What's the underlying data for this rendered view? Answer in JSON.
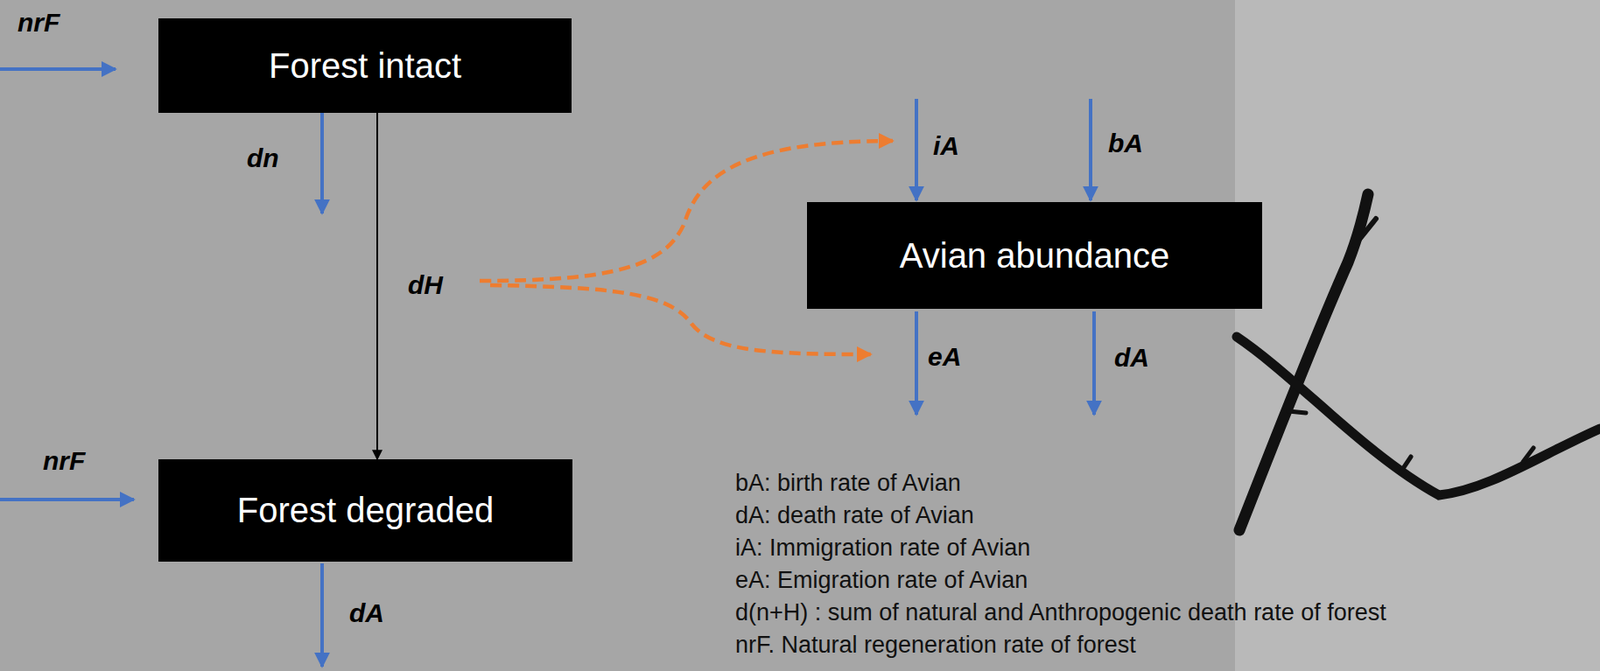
{
  "diagram": {
    "nodes": [
      {
        "text": [
          "Forest intact"
        ]
      },
      {
        "text": [
          "Forest degraded"
        ]
      },
      {
        "text": [
          "Avian abundance"
        ]
      }
    ],
    "edges": [
      {
        "from": 0,
        "to": 1,
        "label": "dH",
        "arrow": "to"
      }
    ],
    "labels": [
      "nrF",
      "dn",
      "iA",
      "bA",
      "eA",
      "dA",
      "nrF",
      "dA",
      "bA: birth rate of Avian",
      "dA: death rate of Avian",
      "iA: Immigration rate of Avian",
      "eA: Emigration rate of Avian",
      "d(n+H) : sum of natural and Anthropogenic death rate of forest",
      "nrF. Natural regeneration rate of forest"
    ]
  }
}
